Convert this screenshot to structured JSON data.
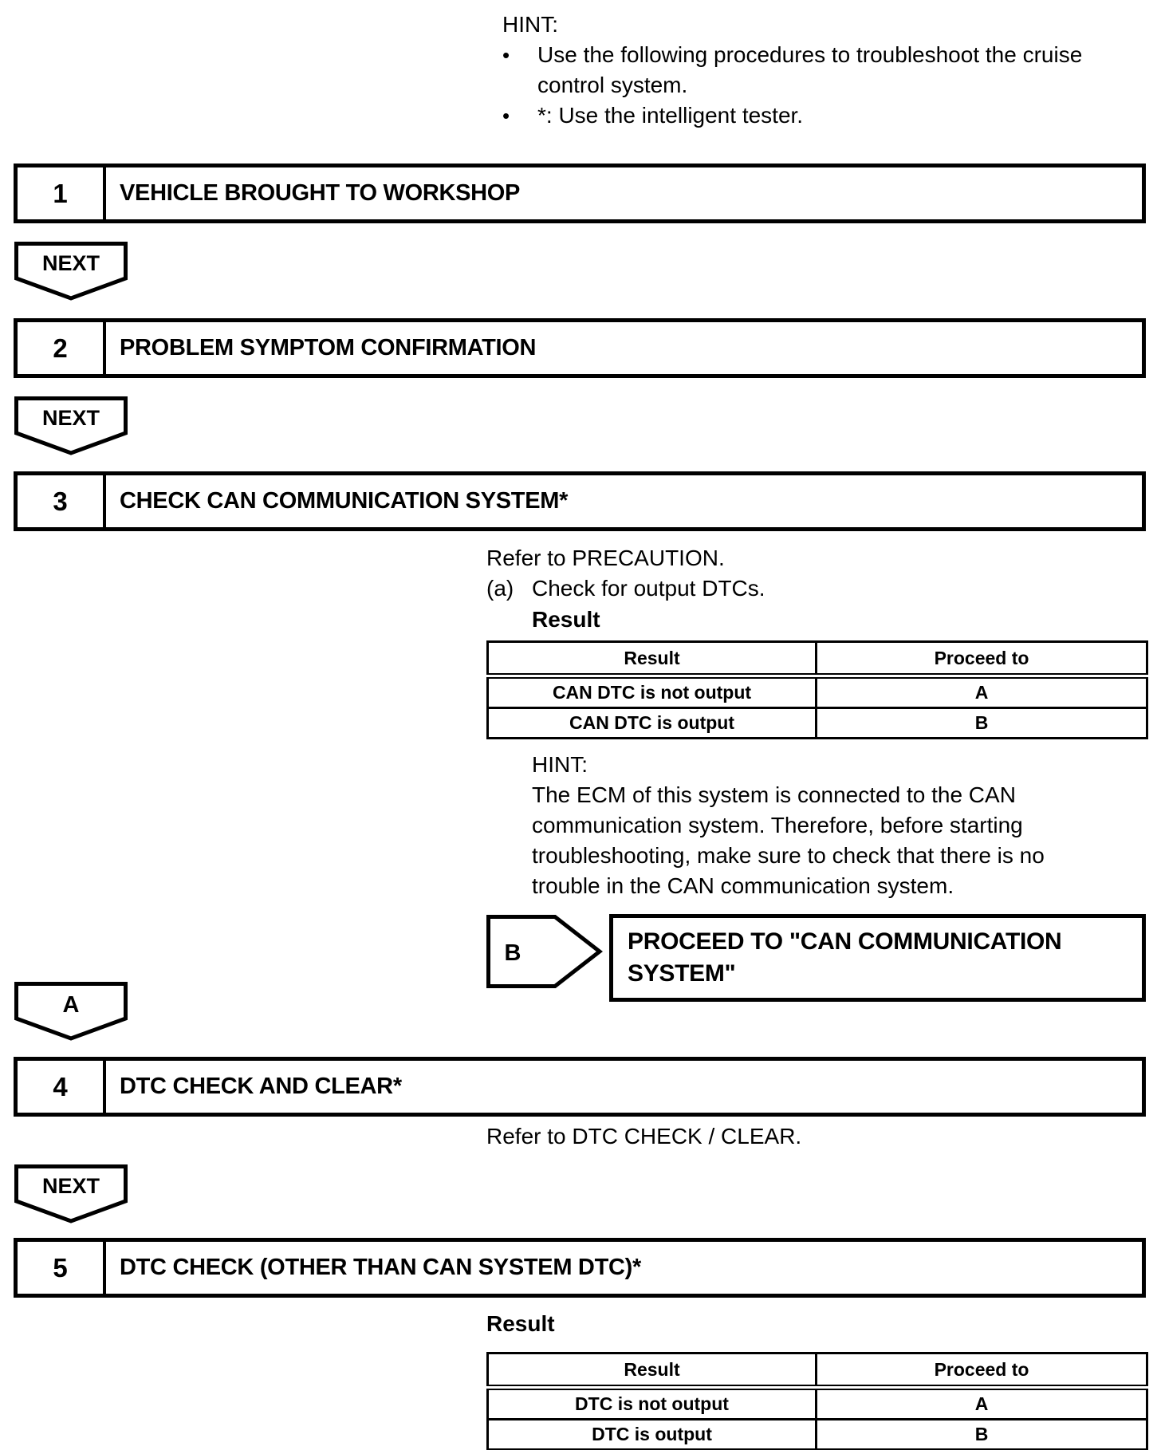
{
  "top_hint": {
    "label": "HINT:",
    "bullet_char": "•",
    "bullets": [
      "Use the following procedures to troubleshoot the cruise control system.",
      "*: Use the intelligent tester."
    ]
  },
  "connector": {
    "next_label": "NEXT"
  },
  "branch_a_label": "A",
  "steps": [
    {
      "number": "1",
      "title": "VEHICLE BROUGHT TO WORKSHOP"
    },
    {
      "number": "2",
      "title": "PROBLEM SYMPTOM CONFIRMATION"
    },
    {
      "number": "3",
      "title": "CHECK CAN COMMUNICATION SYSTEM*"
    },
    {
      "number": "4",
      "title": "DTC CHECK AND CLEAR*"
    },
    {
      "number": "5",
      "title": "DTC CHECK (OTHER THAN CAN SYSTEM DTC)*"
    }
  ],
  "step3": {
    "refer": "Refer to PRECAUTION.",
    "substep_marker": "(a)",
    "substep_text": "Check for output DTCs.",
    "result_label": "Result",
    "table": {
      "headers": [
        "Result",
        "Proceed to"
      ],
      "rows": [
        [
          "CAN DTC is not output",
          "A"
        ],
        [
          "CAN DTC is output",
          "B"
        ]
      ]
    },
    "hint_label": "HINT:",
    "hint_text": "The ECM of this system is connected to the CAN communication system. Therefore, before starting troubleshooting, make sure to check that there is no trouble in the CAN communication system.",
    "branch_b_label": "B",
    "proceed_text": "PROCEED TO \"CAN COMMUNICATION SYSTEM\""
  },
  "step4": {
    "refer": "Refer to DTC CHECK / CLEAR."
  },
  "step5": {
    "result_label": "Result",
    "table": {
      "headers": [
        "Result",
        "Proceed to"
      ],
      "rows": [
        [
          "DTC is not output",
          "A"
        ],
        [
          "DTC is output",
          "B"
        ]
      ]
    }
  },
  "colors": {
    "ink": "#000000",
    "paper": "#ffffff"
  }
}
